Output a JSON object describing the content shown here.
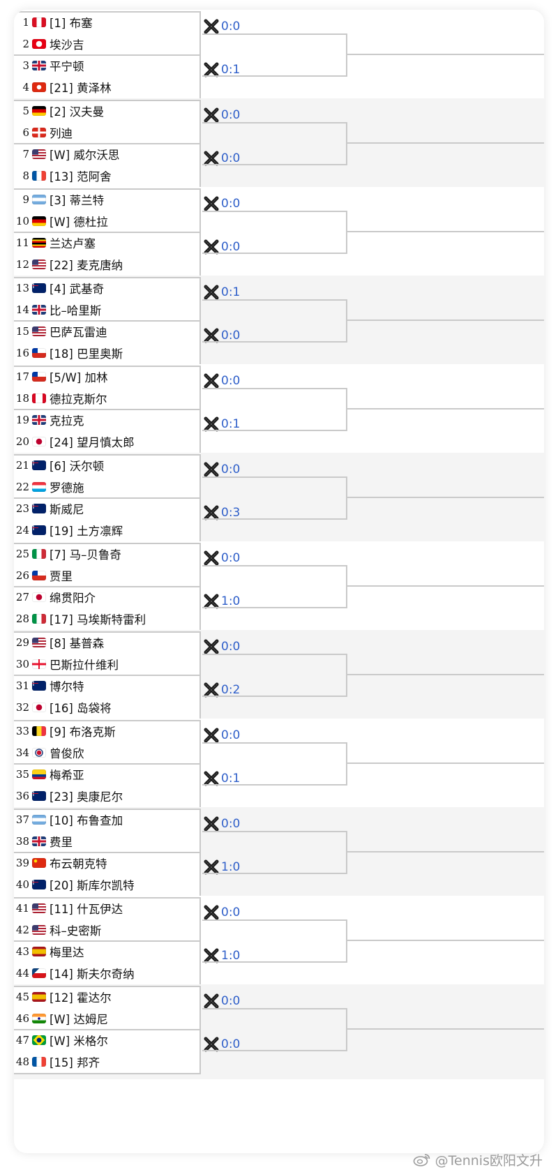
{
  "watermark": "@Tennis欧阳文升",
  "groups": [
    {
      "matches": [
        {
          "p1": {
            "num": "1",
            "flag": "peru",
            "label": "[1] 布塞"
          },
          "p2": {
            "num": "2",
            "flag": "tunisia",
            "label": "埃沙吉"
          },
          "score": "0:0"
        },
        {
          "p1": {
            "num": "3",
            "flag": "uk",
            "label": "平宁顿"
          },
          "p2": {
            "num": "4",
            "flag": "hongkong",
            "label": "[21] 黄泽林"
          },
          "score": "0:1"
        }
      ]
    },
    {
      "matches": [
        {
          "p1": {
            "num": "5",
            "flag": "germany",
            "label": "[2] 汉夫曼"
          },
          "p2": {
            "num": "6",
            "flag": "switzerland",
            "label": "列迪"
          },
          "score": "0:0"
        },
        {
          "p1": {
            "num": "7",
            "flag": "usa",
            "label": "[W] 威尔沃思"
          },
          "p2": {
            "num": "8",
            "flag": "france",
            "label": "[13] 范阿舍"
          },
          "score": "0:0"
        }
      ]
    },
    {
      "matches": [
        {
          "p1": {
            "num": "9",
            "flag": "argentina",
            "label": "[3] 蒂兰特"
          },
          "p2": {
            "num": "10",
            "flag": "germany",
            "label": "[W] 德杜拉"
          },
          "score": "0:0"
        },
        {
          "p1": {
            "num": "11",
            "flag": "uganda",
            "label": "兰达卢塞"
          },
          "p2": {
            "num": "12",
            "flag": "usa",
            "label": "[22] 麦克唐纳"
          },
          "score": "0:0"
        }
      ]
    },
    {
      "matches": [
        {
          "p1": {
            "num": "13",
            "flag": "australia",
            "label": "[4] 武基奇"
          },
          "p2": {
            "num": "14",
            "flag": "uk",
            "label": "比–哈里斯"
          },
          "score": "0:1"
        },
        {
          "p1": {
            "num": "15",
            "flag": "usa",
            "label": "巴萨瓦雷迪"
          },
          "p2": {
            "num": "16",
            "flag": "chile",
            "label": "[18] 巴里奥斯"
          },
          "score": "0:0"
        }
      ]
    },
    {
      "matches": [
        {
          "p1": {
            "num": "17",
            "flag": "chile",
            "label": "[5/W] 加林"
          },
          "p2": {
            "num": "18",
            "flag": "canada",
            "label": "德拉克斯尔"
          },
          "score": "0:0"
        },
        {
          "p1": {
            "num": "19",
            "flag": "uk",
            "label": "克拉克"
          },
          "p2": {
            "num": "20",
            "flag": "japan",
            "label": "[24] 望月慎太郎"
          },
          "score": "0:1"
        }
      ]
    },
    {
      "matches": [
        {
          "p1": {
            "num": "21",
            "flag": "australia",
            "label": "[6] 沃尔顿"
          },
          "p2": {
            "num": "22",
            "flag": "luxembourg",
            "label": "罗德施"
          },
          "score": "0:0"
        },
        {
          "p1": {
            "num": "23",
            "flag": "australia",
            "label": "斯威尼"
          },
          "p2": {
            "num": "24",
            "flag": "australia",
            "label": "[19] 土方凛辉"
          },
          "score": "0:3"
        }
      ]
    },
    {
      "matches": [
        {
          "p1": {
            "num": "25",
            "flag": "italy",
            "label": "[7] 马–贝鲁奇"
          },
          "p2": {
            "num": "26",
            "flag": "chile",
            "label": "贾里"
          },
          "score": "0:0"
        },
        {
          "p1": {
            "num": "27",
            "flag": "japan",
            "label": "绵贯阳介"
          },
          "p2": {
            "num": "28",
            "flag": "italy",
            "label": "[17] 马埃斯特雷利"
          },
          "score": "1:0"
        }
      ]
    },
    {
      "matches": [
        {
          "p1": {
            "num": "29",
            "flag": "usa",
            "label": "[8] 基普森"
          },
          "p2": {
            "num": "30",
            "flag": "georgia",
            "label": "巴斯拉什维利"
          },
          "score": "0:0"
        },
        {
          "p1": {
            "num": "31",
            "flag": "australia",
            "label": "博尔特"
          },
          "p2": {
            "num": "32",
            "flag": "japan",
            "label": "[16] 岛袋将"
          },
          "score": "0:2"
        }
      ]
    },
    {
      "matches": [
        {
          "p1": {
            "num": "33",
            "flag": "belgium",
            "label": "[9] 布洛克斯"
          },
          "p2": {
            "num": "34",
            "flag": "taipei",
            "label": "曾俊欣"
          },
          "score": "0:0"
        },
        {
          "p1": {
            "num": "35",
            "flag": "colombia",
            "label": "梅希亚"
          },
          "p2": {
            "num": "36",
            "flag": "australia",
            "label": "[23] 奥康尼尔"
          },
          "score": "0:1"
        }
      ]
    },
    {
      "matches": [
        {
          "p1": {
            "num": "37",
            "flag": "argentina",
            "label": "[10] 布鲁查加"
          },
          "p2": {
            "num": "38",
            "flag": "uk",
            "label": "费里"
          },
          "score": "0:0"
        },
        {
          "p1": {
            "num": "39",
            "flag": "china",
            "label": "布云朝克特"
          },
          "p2": {
            "num": "40",
            "flag": "australia",
            "label": "[20] 斯库尔凯特"
          },
          "score": "1:0"
        }
      ]
    },
    {
      "matches": [
        {
          "p1": {
            "num": "41",
            "flag": "usa",
            "label": "[11] 什瓦伊达"
          },
          "p2": {
            "num": "42",
            "flag": "usa",
            "label": "科–史密斯"
          },
          "score": "0:0"
        },
        {
          "p1": {
            "num": "43",
            "flag": "spain",
            "label": "梅里达"
          },
          "p2": {
            "num": "44",
            "flag": "czech",
            "label": "[14] 斯夫尔奇纳"
          },
          "score": "1:0"
        }
      ]
    },
    {
      "matches": [
        {
          "p1": {
            "num": "45",
            "flag": "spain",
            "label": "[12] 霍达尔"
          },
          "p2": {
            "num": "46",
            "flag": "india",
            "label": "[W] 达姆尼"
          },
          "score": "0:0"
        },
        {
          "p1": {
            "num": "47",
            "flag": "brazil",
            "label": "[W] 米格尔"
          },
          "p2": {
            "num": "48",
            "flag": "france",
            "label": "[15] 邦齐"
          },
          "score": "0:0"
        }
      ]
    }
  ]
}
